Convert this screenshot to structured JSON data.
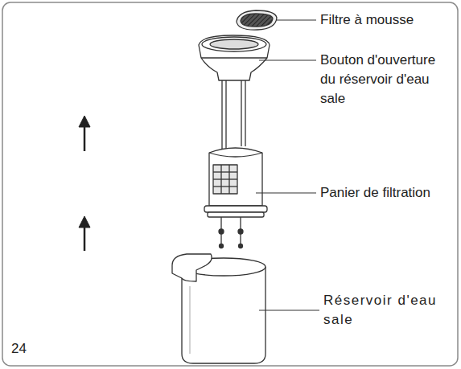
{
  "diagram": {
    "labels": [
      "Filtre à mousse",
      "Bouton d'ouverture du réservoir d'eau sale",
      "Panier de filtration",
      "Réservoir d'eau sale",
      "24"
    ]
  }
}
